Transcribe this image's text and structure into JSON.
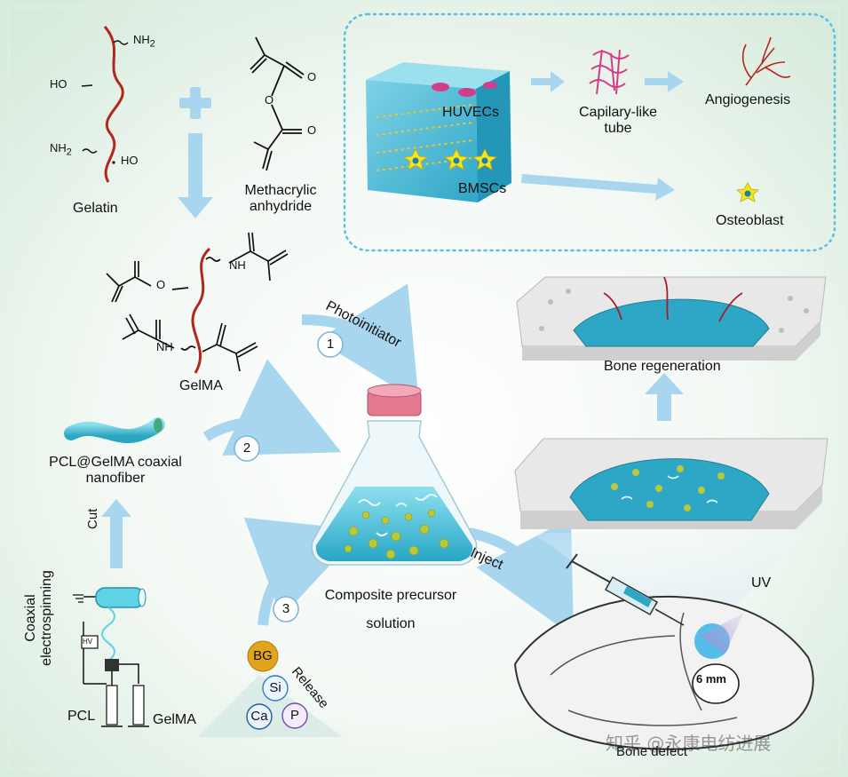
{
  "colors": {
    "background_tint": "#e3f0e7",
    "gelatin_chain": "#b3261e",
    "hydrogel_cyan": "#3db7cf",
    "arrow_blue": "#a9d6ef",
    "dashed_border": "#5bbfe3",
    "bottle_cap": "#e37a92",
    "bg_ball": "#e0a51c",
    "capillary_pink": "#d23d8a"
  },
  "chemistry": {
    "gelatin_label": "Gelatin",
    "nh2": "NH",
    "nh2_sub": "2",
    "ho": "HO",
    "methacrylic_label_1": "Methacrylic",
    "methacrylic_label_2": "anhydride",
    "oxygen": "O",
    "gelma_label": "GelMA",
    "nh": "NH"
  },
  "steps": {
    "step1": "1",
    "step2": "2",
    "step3": "3",
    "photoinitiator": "Photoinitiator",
    "inject": "Inject",
    "release": "Release",
    "cut": "Cut"
  },
  "nanofiber": {
    "label_1": "PCL@GelMA coaxial",
    "label_2": "nanofiber"
  },
  "electrospinning": {
    "label_1": "Coaxial",
    "label_2": "electrospinning",
    "hv": "HV",
    "pcl": "PCL",
    "gelma": "GelMA"
  },
  "ions": {
    "bg": "BG",
    "si": "Si",
    "ca": "Ca",
    "p": "P"
  },
  "bottle": {
    "label_1": "Composite precursor",
    "label_2": "solution"
  },
  "box": {
    "huvecs": "HUVECs",
    "bmscs": "BMSCs",
    "capillary_1": "Capilary-like",
    "capillary_2": "tube",
    "angiogenesis": "Angiogenesis",
    "osteoblast": "Osteoblast"
  },
  "bone": {
    "regeneration": "Bone regeneration",
    "uv": "UV",
    "defect_size": "6 mm",
    "bone_defect": "Bone defect"
  },
  "watermark": "知乎 @永康电纺进展"
}
